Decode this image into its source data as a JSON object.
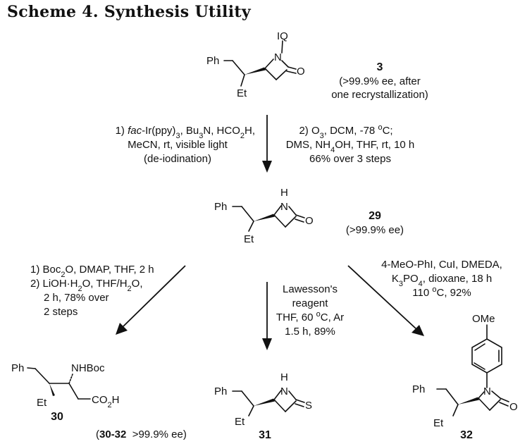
{
  "title": "Scheme 4. Synthesis Utility",
  "atoms": {
    "ph": "Ph",
    "et": "Et",
    "n": "N",
    "o": "O",
    "h": "H",
    "s": "S",
    "iq": "IQ",
    "nhboc": "NHBoc",
    "co2h_a": "CO",
    "co2h_sub": "2",
    "co2h_b": "H",
    "ome": "OMe"
  },
  "compounds": {
    "c3": {
      "id": "3",
      "note_l1": "(>99.9% ee, after",
      "note_l2": "one recrystallization)"
    },
    "c29": {
      "id": "29",
      "note": "(>99.9% ee)"
    },
    "c30": {
      "id": "30"
    },
    "c31": {
      "id": "31"
    },
    "c32": {
      "id": "32"
    }
  },
  "step1": {
    "left_l1_a": "1) ",
    "left_l1_fac": "fac",
    "left_l1_b": "-Ir(ppy)",
    "left_l1_sub": "3",
    "left_l1_c": ", Bu",
    "left_l1_sub2": "3",
    "left_l1_d": "N, HCO",
    "left_l1_sub3": "2",
    "left_l1_e": "H,",
    "left_l2": "MeCN, rt, visible light",
    "left_l3": "(de-iodination)",
    "right_l1_a": "2) O",
    "right_l1_sub": "3",
    "right_l1_b": ", DCM, -78 ",
    "right_l1_sup": "o",
    "right_l1_c": "C;",
    "right_l2": "DMS, NH",
    "right_l2_sub": "4",
    "right_l2_b": "OH, THF, rt, 10 h",
    "right_l3": "66% over 3 steps"
  },
  "cond_30": {
    "l1_a": "1) Boc",
    "l1_sub": "2",
    "l1_b": "O, DMAP, THF, 2 h",
    "l2_a": "2) LiOH·H",
    "l2_sub": "2",
    "l2_b": "O, THF/H",
    "l2_sub2": "2",
    "l2_c": "O,",
    "l3": "2 h, 78% over",
    "l4": "2 steps"
  },
  "cond_31": {
    "l1": "Lawesson's",
    "l2": "reagent",
    "l3_a": "THF, 60 ",
    "l3_sup": "o",
    "l3_b": "C, Ar",
    "l4": "1.5 h, 89%"
  },
  "cond_32": {
    "l1": "4-MeO-PhI, CuI, DMEDA,",
    "l2_a": "K",
    "l2_sub": "3",
    "l2_b": "PO",
    "l2_sub2": "4",
    "l2_c": ", dioxane, 18 h",
    "l3_a": "110 ",
    "l3_sup": "o",
    "l3_b": "C, 92%"
  },
  "footer": {
    "open": "(",
    "range": "30-32",
    "rest": "  >99.9% ee)"
  }
}
